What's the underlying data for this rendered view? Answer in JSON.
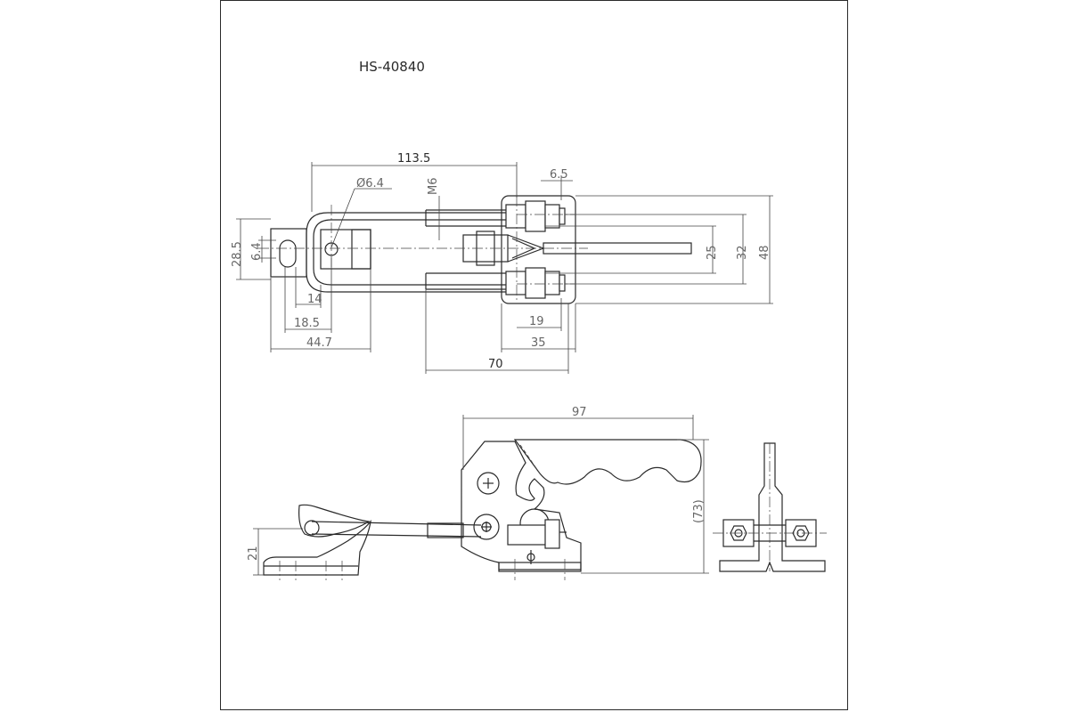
{
  "title": "HS-40840",
  "top_view": {
    "d_113_5": "113.5",
    "d_6_5": "6.5",
    "d_dia": "Ø6.4",
    "d_m6": "M6",
    "d_28_5": "28.5",
    "d_6_4": "6.4",
    "d_14": "14",
    "d_18_5": "18.5",
    "d_44_7": "44.7",
    "d_19": "19",
    "d_35": "35",
    "d_70": "70",
    "d_25": "25",
    "d_32": "32",
    "d_48": "48"
  },
  "side_view": {
    "d_97": "97",
    "d_73": "(73)",
    "d_21": "21"
  }
}
